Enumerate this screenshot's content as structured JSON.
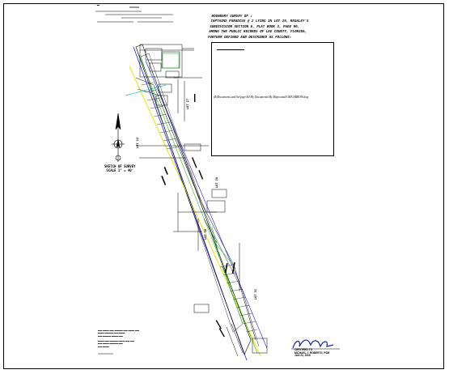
{
  "title_block": {
    "lines": [
      "BOUNDARY SURVEY OF :",
      "CAPTAINS PARADISE @ 2 LYING IN LOT 29, REGALEY'S",
      "SUBDIVISION SECTION 6, PLAT BOOK 3, PAGE 90,",
      "AMONG THE PUBLIC RECORDS OF LEE COUNTY, FLORIDA,",
      "FURTHER DEFINED AND DESCRIBED AS FOLLOWS:"
    ]
  },
  "description_box": {
    "note": "(R)Documents and Set\\fagr\\All My Documents\\My Maps\\small\\1BA\\ARROW.dwg"
  },
  "north_arrow": {
    "label_line1": "SKETCH OF SURVEY",
    "label_line2": "SCALE 1\" = 40'"
  },
  "plan_labels": {
    "lot_22": "LOT 22",
    "lot_27": "LOT 27",
    "lot_28": "LOT 28",
    "lot_30": "LOT 30",
    "lot_31": "LOT 31"
  },
  "signature": {
    "line1": "CERTIFIED TO",
    "line2": "MICHAEL J. ROBERTS, PSM",
    "line3": "JAN 23, 2008"
  },
  "colors": {
    "line_blue": "#1a1aff",
    "line_yellow": "#e6e600",
    "line_green": "#1fbf1f",
    "line_cyan": "#22cccc",
    "ink": "#000000",
    "signature_ink": "#1b2a9a"
  }
}
